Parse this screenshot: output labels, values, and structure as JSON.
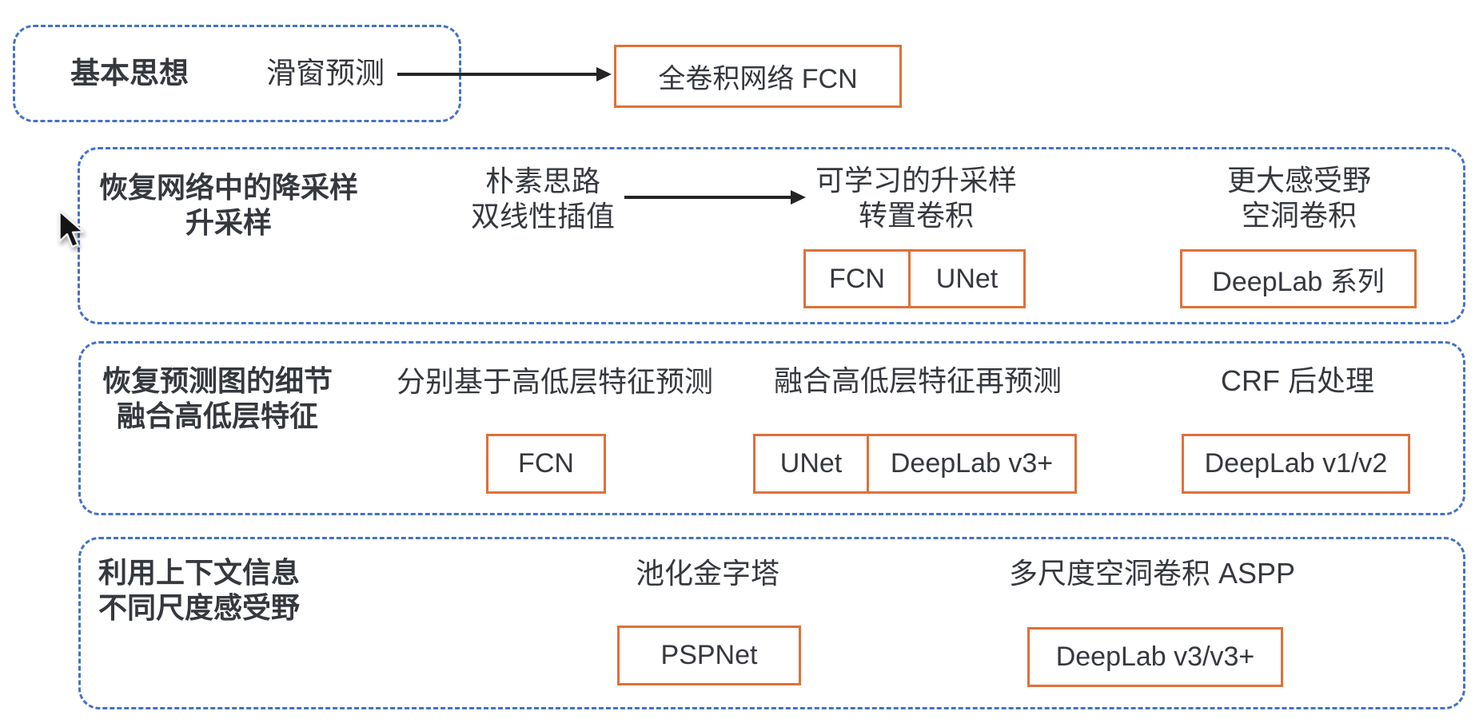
{
  "colors": {
    "container_border": "#4472c4",
    "model_box_border": "#e07038",
    "text": "#35383d",
    "arrow": "#242424",
    "background": "#ffffff"
  },
  "icons": {
    "cursor": "mouse-pointer"
  },
  "section_basic": {
    "title": "基本思想",
    "method": "滑窗预测",
    "model": "全卷积网络 FCN"
  },
  "section_upsample": {
    "title_line1": "恢复网络中的降采样",
    "title_line2": "升采样",
    "naive_line1": "朴素思路",
    "naive_line2": "双线性插值",
    "learnable_line1": "可学习的升采样",
    "learnable_line2": "转置卷积",
    "receptive_line1": "更大感受野",
    "receptive_line2": "空洞卷积",
    "model_fcn": "FCN",
    "model_unet": "UNet",
    "model_deeplab": "DeepLab 系列"
  },
  "section_detail": {
    "title_line1": "恢复预测图的细节",
    "title_line2": "融合高低层特征",
    "approach_separate": "分别基于高低层特征预测",
    "approach_fuse": "融合高低层特征再预测",
    "approach_crf": "CRF 后处理",
    "model_fcn": "FCN",
    "model_unet": "UNet",
    "model_deeplab_v3plus": "DeepLab v3+",
    "model_deeplab_v1v2": "DeepLab v1/v2"
  },
  "section_context": {
    "title_line1": "利用上下文信息",
    "title_line2": "不同尺度感受野",
    "approach_pyramid": "池化金字塔",
    "approach_aspp": "多尺度空洞卷积 ASPP",
    "model_pspnet": "PSPNet",
    "model_deeplab_v3v3plus": "DeepLab v3/v3+"
  }
}
